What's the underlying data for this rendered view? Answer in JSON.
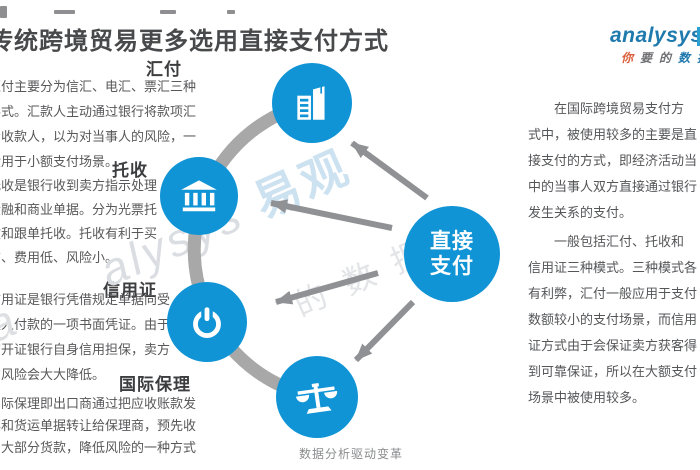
{
  "title": "传统跨境贸易更多选用直接支付方式",
  "logo": {
    "brand": "analysys",
    "tagline": [
      {
        "ch": "你"
      },
      {
        "ch": "要"
      },
      {
        "ch": "的"
      },
      {
        "ch": "数"
      },
      {
        "ch": "据"
      }
    ]
  },
  "sections": [
    {
      "heading": "汇付",
      "icon": "buildings-icon",
      "body": "汇付主要分为信汇、电汇、票汇三种\n形式。汇款人主动通过银行将款项汇\n给收款人，以为对当事人的风险，一\n般用于小额支付场景。"
    },
    {
      "heading": "托收",
      "icon": "bank-icon",
      "body": "托收是银行收到卖方指示处理\n金融和商业单据。分为光票托\n收和跟单托收。托收有利于买\n方、费用低、风险小。"
    },
    {
      "heading": "信用证",
      "icon": "power-icon",
      "body": "信用证是银行凭借规定单据向受\n益人付款的一项书面凭证。由于\n有开证银行自身信用担保，卖方\n的风险会大大降低。"
    },
    {
      "heading": "国际保理",
      "icon": "scales-icon",
      "body": "国际保理即出口商通过把应收账款发\n票和货运单据转让给保理商，预先收\n到大部分货款，降低风险的一种方式"
    }
  ],
  "center_node": {
    "label": "直接\n支付"
  },
  "right_column": {
    "paragraphs": [
      "　　在国际跨境贸易支付方\n式中，被使用较多的主要是直\n接支付的方式，即经济活动当\n中的当事人双方直接通过银行\n发生关系的支付。",
      "　　一般包括汇付、托收和\n信用证三种模式。三种模式各\n有利弊，汇付一般应用于支付\n数额较小的支付场景，而信用\n证方式由于会保证卖方获客得\n到可靠保证，所以在大额支付\n场景中被使用较多。"
    ]
  },
  "watermark": {
    "latin": "alysys ",
    "cjk": "易观",
    "sub": "的 数 据 分",
    "corner": "a"
  },
  "footer": {
    "caption": "数据分析驱动变革"
  },
  "colors": {
    "node_blue": "#1094d5",
    "arrow_gray": "#8f9194",
    "arc_gray": "#a8a8a8",
    "title_gray": "#48494b",
    "logo_blue": "#1f7aad",
    "tagline_red": "#d95f3c"
  }
}
